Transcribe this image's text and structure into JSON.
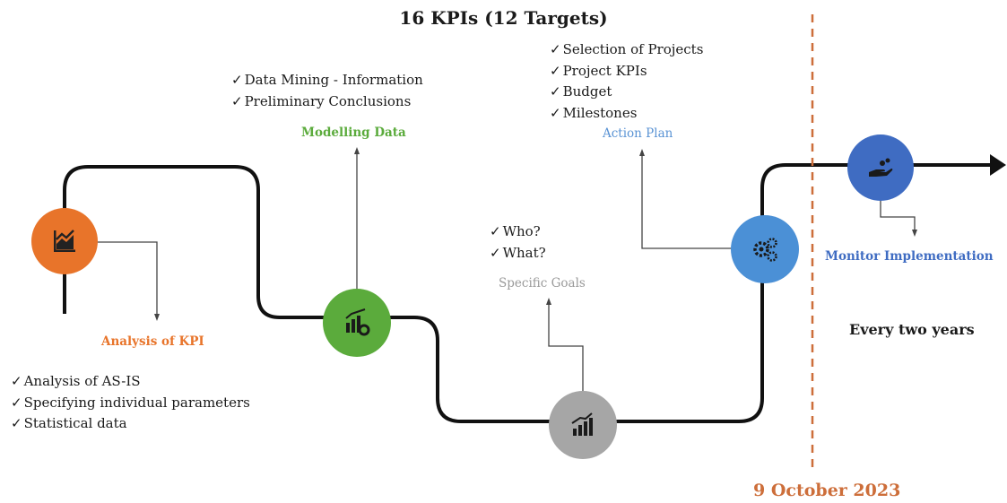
{
  "title": "16 KPIs (12 Targets)",
  "colors": {
    "orange": "#e8742a",
    "green": "#5bab3c",
    "gray": "#a6a6a6",
    "blue_light": "#4b90d6",
    "blue_dark": "#3f6cc2",
    "date": "#cd6e3a",
    "line": "#111111"
  },
  "stages": [
    {
      "id": "analysis",
      "label": "Analysis of KPI",
      "icon": "line-chart-icon",
      "items": [
        "Analysis of AS-IS",
        "Specifying individual parameters",
        "Statistical data"
      ]
    },
    {
      "id": "modelling",
      "label": "Modelling Data",
      "icon": "bar-chart-gear-icon",
      "items": [
        "Data Mining -  Information",
        "Preliminary Conclusions"
      ]
    },
    {
      "id": "goals",
      "label": "Specific Goals",
      "icon": "growth-chart-icon",
      "items": [
        "Who?",
        "What?"
      ]
    },
    {
      "id": "action",
      "label": "Action Plan",
      "icon": "gears-icon",
      "items": [
        "Selection of Projects",
        "Project KPIs",
        "Budget",
        "Milestones"
      ]
    },
    {
      "id": "monitor",
      "label": "Monitor Implementation",
      "icon": "hand-coins-icon",
      "items": []
    }
  ],
  "deadline": "9 October 2023",
  "frequency": "Every two years"
}
